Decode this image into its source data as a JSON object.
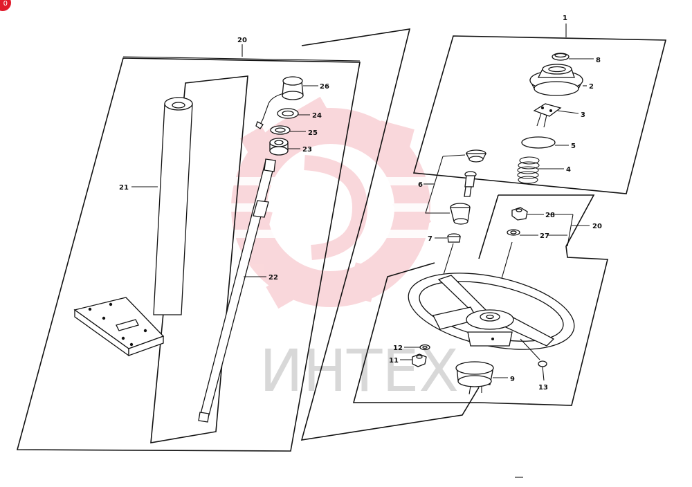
{
  "badge": {
    "text": "0",
    "color": "#e01a2b"
  },
  "watermark": {
    "text": "ИНТЕХ",
    "gear_color": "#f5b8be",
    "text_color": "#d8d8d8"
  },
  "labels": {
    "group_left": "20",
    "group_right": "1",
    "group_small": "20",
    "p2": "2",
    "p3": "3",
    "p4": "4",
    "p5": "5",
    "p6": "6",
    "p7": "7",
    "p8": "8",
    "p9": "9",
    "p11": "11",
    "p12": "12",
    "p13": "13",
    "p21": "21",
    "p22": "22",
    "p23": "23",
    "p24": "24",
    "p25": "25",
    "p26": "26",
    "p27": "27",
    "p28": "28"
  }
}
